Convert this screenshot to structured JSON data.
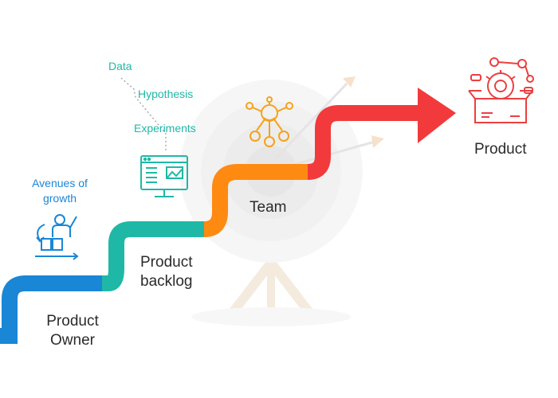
{
  "labels": {
    "product_owner": [
      "Product",
      "Owner"
    ],
    "product_backlog": [
      "Product",
      "backlog"
    ],
    "team": "Team",
    "product": "Product",
    "avenues": [
      "Avenues of",
      "growth"
    ],
    "data": "Data",
    "hypothesis": "Hypothesis",
    "experiments": "Experiments"
  },
  "colors": {
    "blue": "#1a86d6",
    "teal": "#1fb8a6",
    "orange": "#ff8a12",
    "red": "#f23a3c",
    "icon_teal": "#1fb8a6",
    "icon_orange": "#f5a21c",
    "icon_blue": "#1a86d6",
    "icon_red": "#ec3f3f",
    "text_dark": "#2b2b2b",
    "background_target": "#f3f3f3"
  },
  "icons": {
    "avenues": "growth-person-icon",
    "experiments": "monitor-icon",
    "team": "team-network-icon",
    "product": "product-box-gear-icon",
    "background": "target-arrows-icon"
  }
}
